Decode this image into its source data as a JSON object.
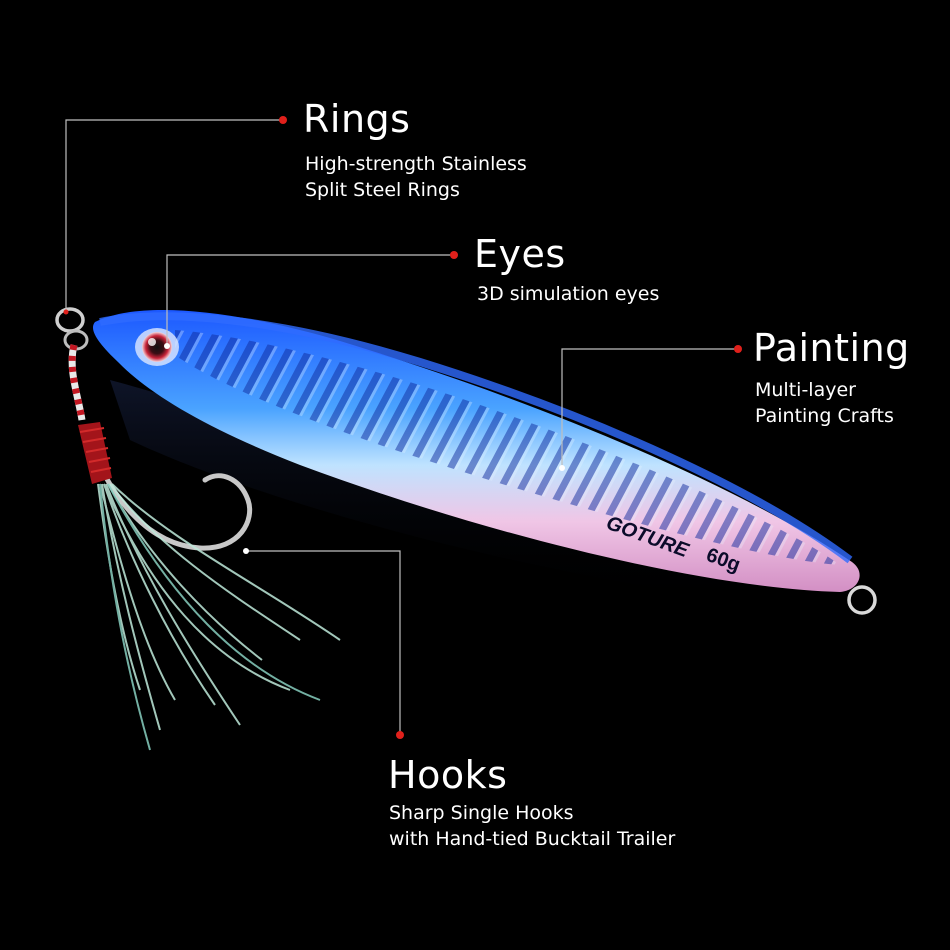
{
  "brand": {
    "logo_text": "GOTURE",
    "weight": "60g"
  },
  "callouts": {
    "rings": {
      "title": "Rings",
      "lines": [
        "High-strength Stainless",
        "Split Steel Rings"
      ]
    },
    "eyes": {
      "title": "Eyes",
      "lines": [
        "3D simulation eyes"
      ]
    },
    "painting": {
      "title": "Painting",
      "lines": [
        "Multi-layer",
        "Painting Crafts"
      ]
    },
    "hooks": {
      "title": "Hooks",
      "lines": [
        "Sharp Single Hooks",
        "with Hand-tied Bucktail Trailer"
      ]
    }
  },
  "colors": {
    "background": "#000000",
    "lure_blue": "#2a6cff",
    "lure_belly": "#e8b7d8",
    "callout_dot": "#e0201b",
    "callout_line": "#bfbfbf",
    "thread": "#b3161c"
  }
}
